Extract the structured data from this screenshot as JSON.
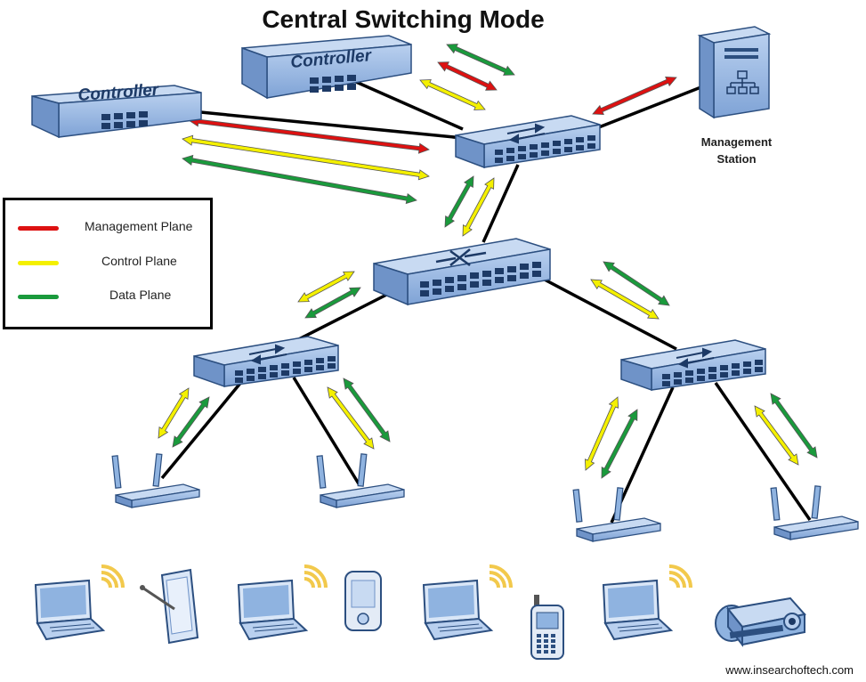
{
  "title": "Central Switching Mode",
  "controller_label": "Controller",
  "management_station_label": "Management Station",
  "legend": {
    "items": [
      {
        "label": "Management Plane",
        "color": "#dd1111"
      },
      {
        "label": "Control Plane",
        "color": "#f4f000"
      },
      {
        "label": "Data Plane",
        "color": "#1a9a3c"
      }
    ]
  },
  "colors": {
    "management": "#dd1111",
    "control": "#f4f000",
    "data": "#1a9a3c",
    "device_fill": "#8fb3e0",
    "device_stroke": "#2c4f80",
    "link": "#000000"
  },
  "nodes": [
    {
      "id": "controller-1",
      "type": "controller"
    },
    {
      "id": "controller-2",
      "type": "controller"
    },
    {
      "id": "management-station",
      "type": "server"
    },
    {
      "id": "core-switch",
      "type": "switch"
    },
    {
      "id": "distribution-router",
      "type": "router"
    },
    {
      "id": "access-switch-left",
      "type": "switch"
    },
    {
      "id": "access-switch-right",
      "type": "switch"
    },
    {
      "id": "ap-1",
      "type": "access-point"
    },
    {
      "id": "ap-2",
      "type": "access-point"
    },
    {
      "id": "ap-3",
      "type": "access-point"
    },
    {
      "id": "ap-4",
      "type": "access-point"
    }
  ],
  "clients": [
    "laptop-icon",
    "tablet-icon",
    "laptop-icon",
    "pda-icon",
    "laptop-icon",
    "cellphone-icon",
    "laptop-icon",
    "camera-icon"
  ],
  "footer": "www.insearchoftech.com"
}
